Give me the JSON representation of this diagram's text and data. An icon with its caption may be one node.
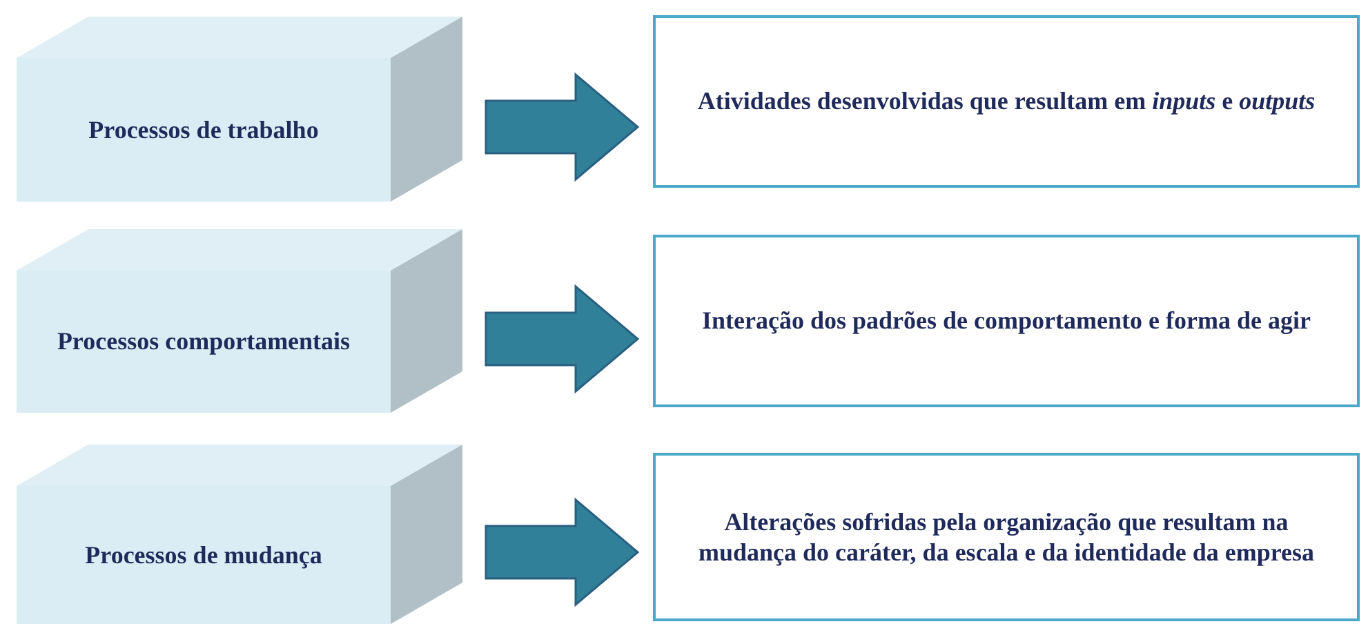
{
  "diagram": {
    "nodes": [
      {
        "text": [
          "Processos de trabalho"
        ]
      },
      {
        "text": [
          "Atividades desenvolvidas que resultam em *inputs* e *outputs*"
        ]
      },
      {
        "text": [
          "Processos comportamentais"
        ]
      },
      {
        "text": [
          "Interação dos padrões de comportamento e forma de agir"
        ]
      },
      {
        "text": [
          "Processos de mudança"
        ]
      },
      {
        "text": [
          "Alterações sofridas pela organização que resultam na mudança do caráter, da escala e da identidade da empresa"
        ]
      }
    ],
    "edges": [
      {
        "from": 0,
        "to": 1,
        "arrow": "to",
        "style": "thick"
      },
      {
        "from": 2,
        "to": 3,
        "arrow": "to",
        "style": "thick"
      },
      {
        "from": 4,
        "to": 5,
        "arrow": "to",
        "style": "thick"
      }
    ]
  }
}
